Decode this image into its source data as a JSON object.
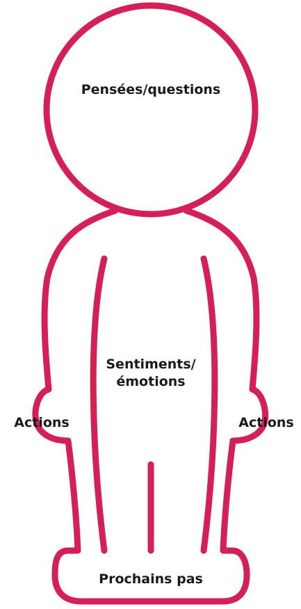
{
  "colors": {
    "outline": "#d41f57",
    "text": "#1a1a1a",
    "background": "#ffffff"
  },
  "labels": {
    "thoughts": "Pensées/questions",
    "feelings": "Sentiments/\némotions",
    "actions_left": "Actions",
    "actions_right": "Actions",
    "next_steps": "Prochains pas"
  }
}
